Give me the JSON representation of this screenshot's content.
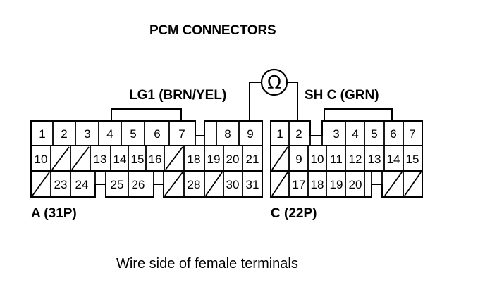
{
  "title": "PCM CONNECTORS",
  "wire_label_a": "LG1 (BRN/YEL)",
  "wire_label_c": "SH C (GRN)",
  "meter_symbol": "Ω",
  "connector_a": {
    "label": "A (31P)",
    "rows": [
      [
        "1",
        "2",
        "3",
        "4",
        "5",
        "6",
        "7",
        "",
        "8",
        "9"
      ],
      [
        "10",
        "",
        "",
        "13",
        "14",
        "15",
        "16",
        "",
        "18",
        "19",
        "20",
        "21"
      ],
      [
        "",
        "23",
        "24",
        "",
        "25",
        "26",
        "",
        "",
        "28",
        "",
        "30",
        "31"
      ]
    ]
  },
  "connector_c": {
    "label": "C (22P)",
    "rows": [
      [
        "1",
        "2",
        "",
        "3",
        "4",
        "5",
        "6",
        "7"
      ],
      [
        "",
        "9",
        "10",
        "11",
        "12",
        "13",
        "14",
        "15"
      ],
      [
        "",
        "17",
        "18",
        "19",
        "20",
        "",
        ""
      ]
    ]
  },
  "caption": "Wire side of female terminals"
}
